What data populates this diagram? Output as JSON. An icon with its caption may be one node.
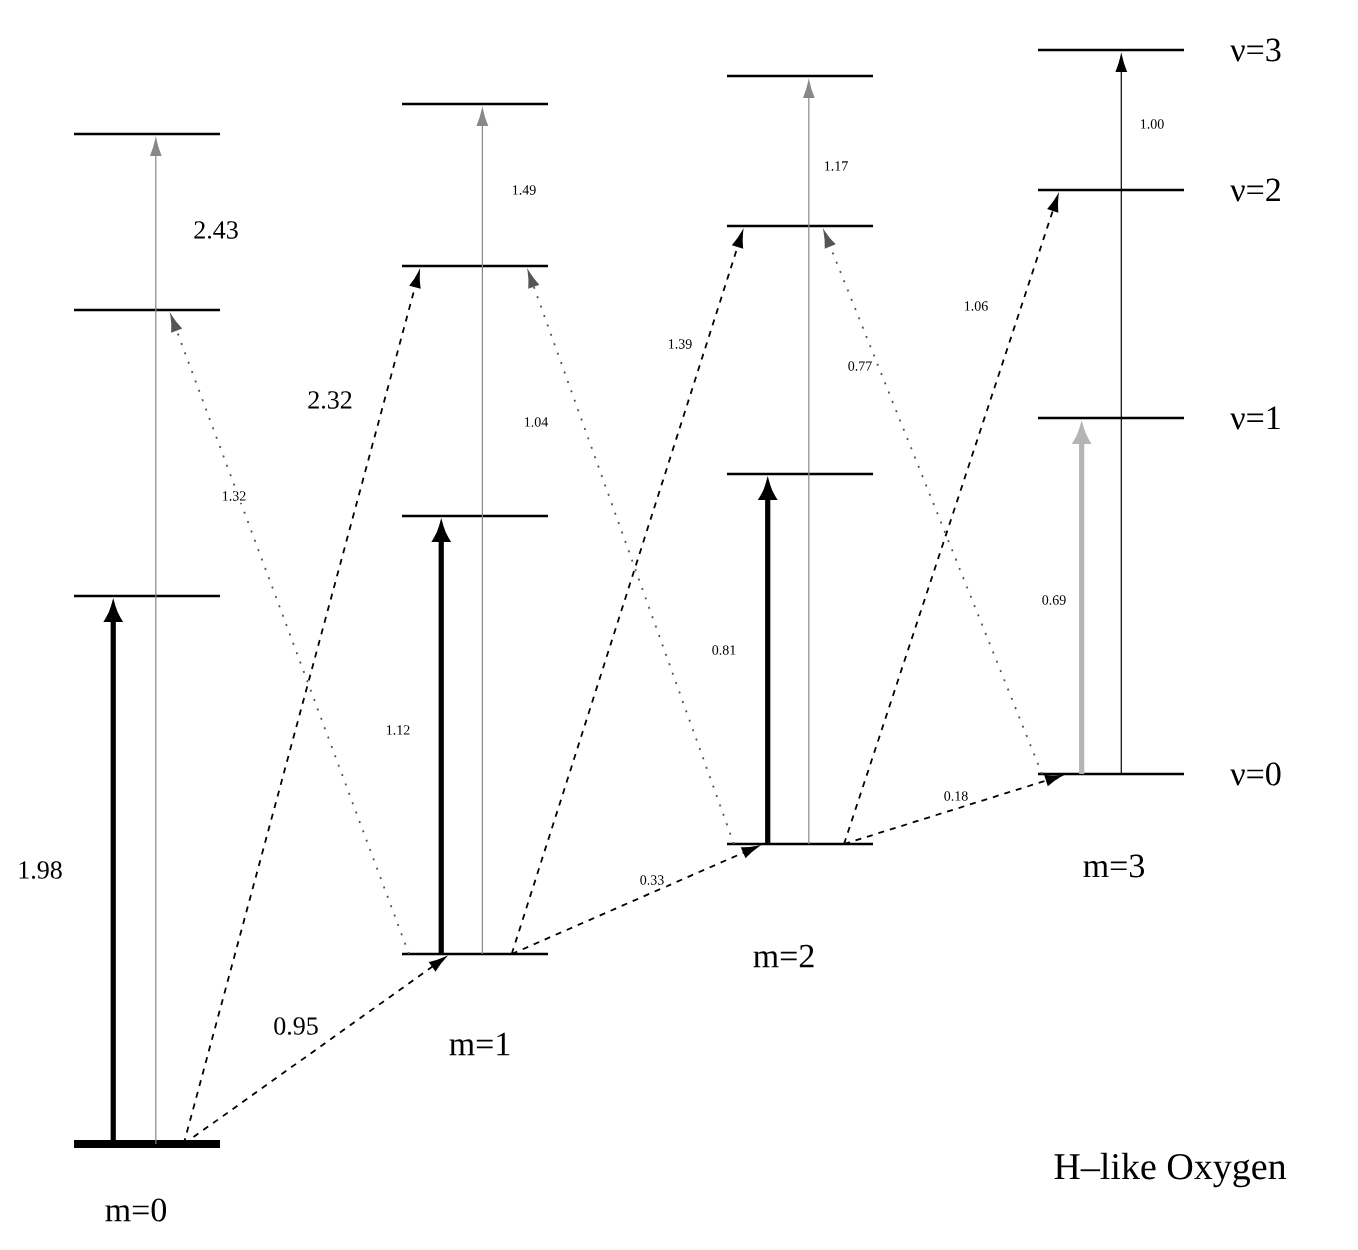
{
  "diagram": {
    "nodes": [
      {
        "text": [],
        "shape": "bar"
      },
      {
        "text": [],
        "shape": "bar"
      },
      {
        "text": [],
        "shape": "bar"
      },
      {
        "text": [],
        "shape": "bar"
      },
      {
        "text": [],
        "shape": "bar"
      },
      {
        "text": [],
        "shape": "bar"
      },
      {
        "text": [],
        "shape": "bar"
      },
      {
        "text": [],
        "shape": "bar"
      },
      {
        "text": [],
        "shape": "bar"
      },
      {
        "text": [],
        "shape": "bar"
      },
      {
        "text": [],
        "shape": "bar"
      },
      {
        "text": [],
        "shape": "bar"
      },
      {
        "text": [],
        "shape": "bar"
      },
      {
        "text": [],
        "shape": "bar"
      },
      {
        "text": [],
        "shape": "bar"
      },
      {
        "text": [],
        "shape": "bar"
      }
    ],
    "edges": [
      {
        "from": 3,
        "to": 2,
        "arrow": "to",
        "label": "1.98",
        "style": "thick"
      },
      {
        "from": 3,
        "to": 0,
        "arrow": "to",
        "label": "2.43",
        "color": "#888888"
      },
      {
        "from": 7,
        "to": 6,
        "arrow": "to",
        "label": "1.12",
        "style": "thick"
      },
      {
        "from": 7,
        "to": 4,
        "arrow": "to",
        "label": "1.49",
        "color": "#888888"
      },
      {
        "from": 11,
        "to": 10,
        "arrow": "to",
        "label": "0.81",
        "style": "thick"
      },
      {
        "from": 11,
        "to": 8,
        "arrow": "to",
        "label": "1.17",
        "color": "#888888"
      },
      {
        "from": 15,
        "to": 14,
        "arrow": "to",
        "label": "0.69",
        "style": "thick",
        "color": "#b4b4b4"
      },
      {
        "from": 15,
        "to": 12,
        "arrow": "to",
        "label": "1.00"
      },
      {
        "from": 3,
        "to": 5,
        "arrow": "to",
        "label": "2.32",
        "style": "dashed"
      },
      {
        "from": 3,
        "to": 7,
        "arrow": "to",
        "label": "0.95",
        "style": "dashed"
      },
      {
        "from": 7,
        "to": 1,
        "arrow": "to",
        "label": "1.32",
        "style": "dashed",
        "color": "#555555"
      },
      {
        "from": 7,
        "to": 9,
        "arrow": "to",
        "label": "1.39",
        "style": "dashed"
      },
      {
        "from": 7,
        "to": 11,
        "arrow": "to",
        "label": "0.33",
        "style": "dashed"
      },
      {
        "from": 11,
        "to": 5,
        "arrow": "to",
        "label": "1.04",
        "style": "dashed",
        "color": "#555555"
      },
      {
        "from": 11,
        "to": 13,
        "arrow": "to",
        "label": "1.06",
        "style": "dashed"
      },
      {
        "from": 11,
        "to": 15,
        "arrow": "to",
        "label": "0.18",
        "style": "dashed"
      },
      {
        "from": 15,
        "to": 9,
        "arrow": "to",
        "label": "0.77",
        "style": "dashed",
        "color": "#555555"
      }
    ],
    "labels": [
      "ν=3",
      "ν=2",
      "ν=1",
      "ν=0",
      "m=3",
      "m=2",
      "m=1",
      "H–like Oxygen",
      "m=0"
    ]
  }
}
